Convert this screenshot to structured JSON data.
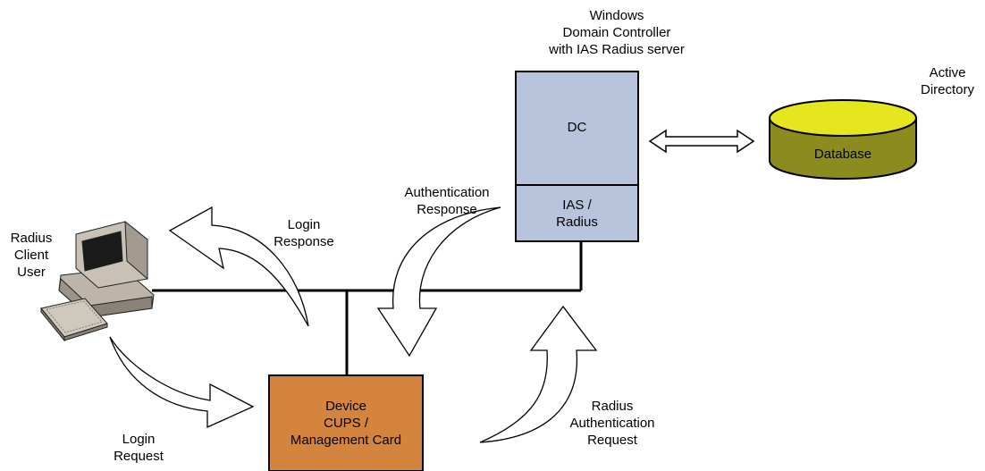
{
  "labels": {
    "server_caption": [
      "Windows",
      "Domain Controller",
      "with IAS Radius server"
    ],
    "dc": "DC",
    "ias": [
      "IAS /",
      "Radius"
    ],
    "active_directory": [
      "Active",
      "Directory"
    ],
    "database": "Database",
    "auth_response": [
      "Authentication",
      "Response"
    ],
    "login_response": [
      "Login",
      "Response"
    ],
    "client_user": [
      "Radius",
      "Client",
      "User"
    ],
    "device": [
      "Device",
      "CUPS /",
      "Management Card"
    ],
    "login_request": [
      "Login",
      "Request"
    ],
    "radius_auth_request": [
      "Radius",
      "Authentication",
      "Request"
    ]
  },
  "colors": {
    "server_fill": "#b8c4dc",
    "device_fill": "#d4843c",
    "database_top": "#e6e61e",
    "database_body": "#8c8c1e",
    "line": "#000000"
  },
  "icons": {
    "client": "desktop-computer-icon"
  }
}
